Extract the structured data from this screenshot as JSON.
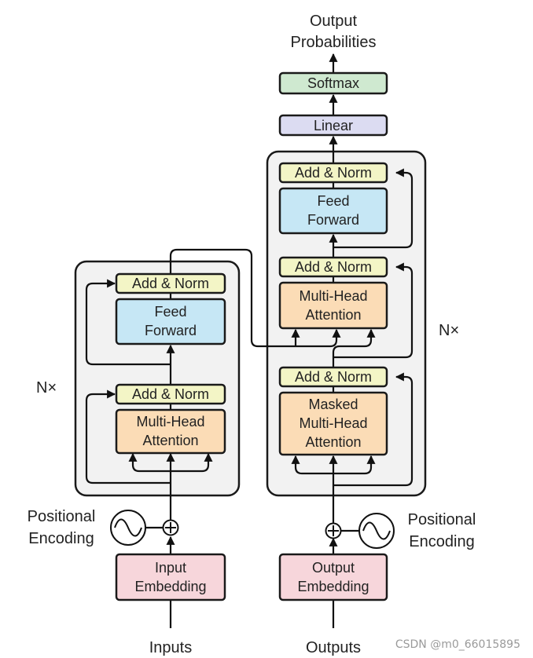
{
  "colors": {
    "add_norm": "#f3f5c6",
    "feed_forward": "#c6e7f5",
    "attention": "#fbdcb6",
    "embedding": "#f7d6db",
    "linear": "#dcdcf2",
    "softmax": "#cfe9d0",
    "stack_bg": "#f2f2f2"
  },
  "encoder": {
    "add_norm_top": "Add & Norm",
    "feed_forward": [
      "Feed",
      "Forward"
    ],
    "add_norm_bottom": "Add & Norm",
    "attention": [
      "Multi-Head",
      "Attention"
    ],
    "repeat": "N×",
    "positional_encoding": [
      "Positional",
      "Encoding"
    ],
    "embedding": [
      "Input",
      "Embedding"
    ],
    "input_label": "Inputs"
  },
  "decoder": {
    "add_norm_top": "Add & Norm",
    "feed_forward": [
      "Feed",
      "Forward"
    ],
    "add_norm_middle": "Add & Norm",
    "cross_attention": [
      "Multi-Head",
      "Attention"
    ],
    "add_norm_bottom": "Add & Norm",
    "masked_attention": [
      "Masked",
      "Multi-Head",
      "Attention"
    ],
    "repeat": "N×",
    "positional_encoding": [
      "Positional",
      "Encoding"
    ],
    "embedding": [
      "Output",
      "Embedding"
    ],
    "input_label": "Outputs"
  },
  "head": {
    "linear": "Linear",
    "softmax": "Softmax",
    "output_label": [
      "Output",
      "Probabilities"
    ]
  },
  "watermark": "CSDN @m0_66015895"
}
